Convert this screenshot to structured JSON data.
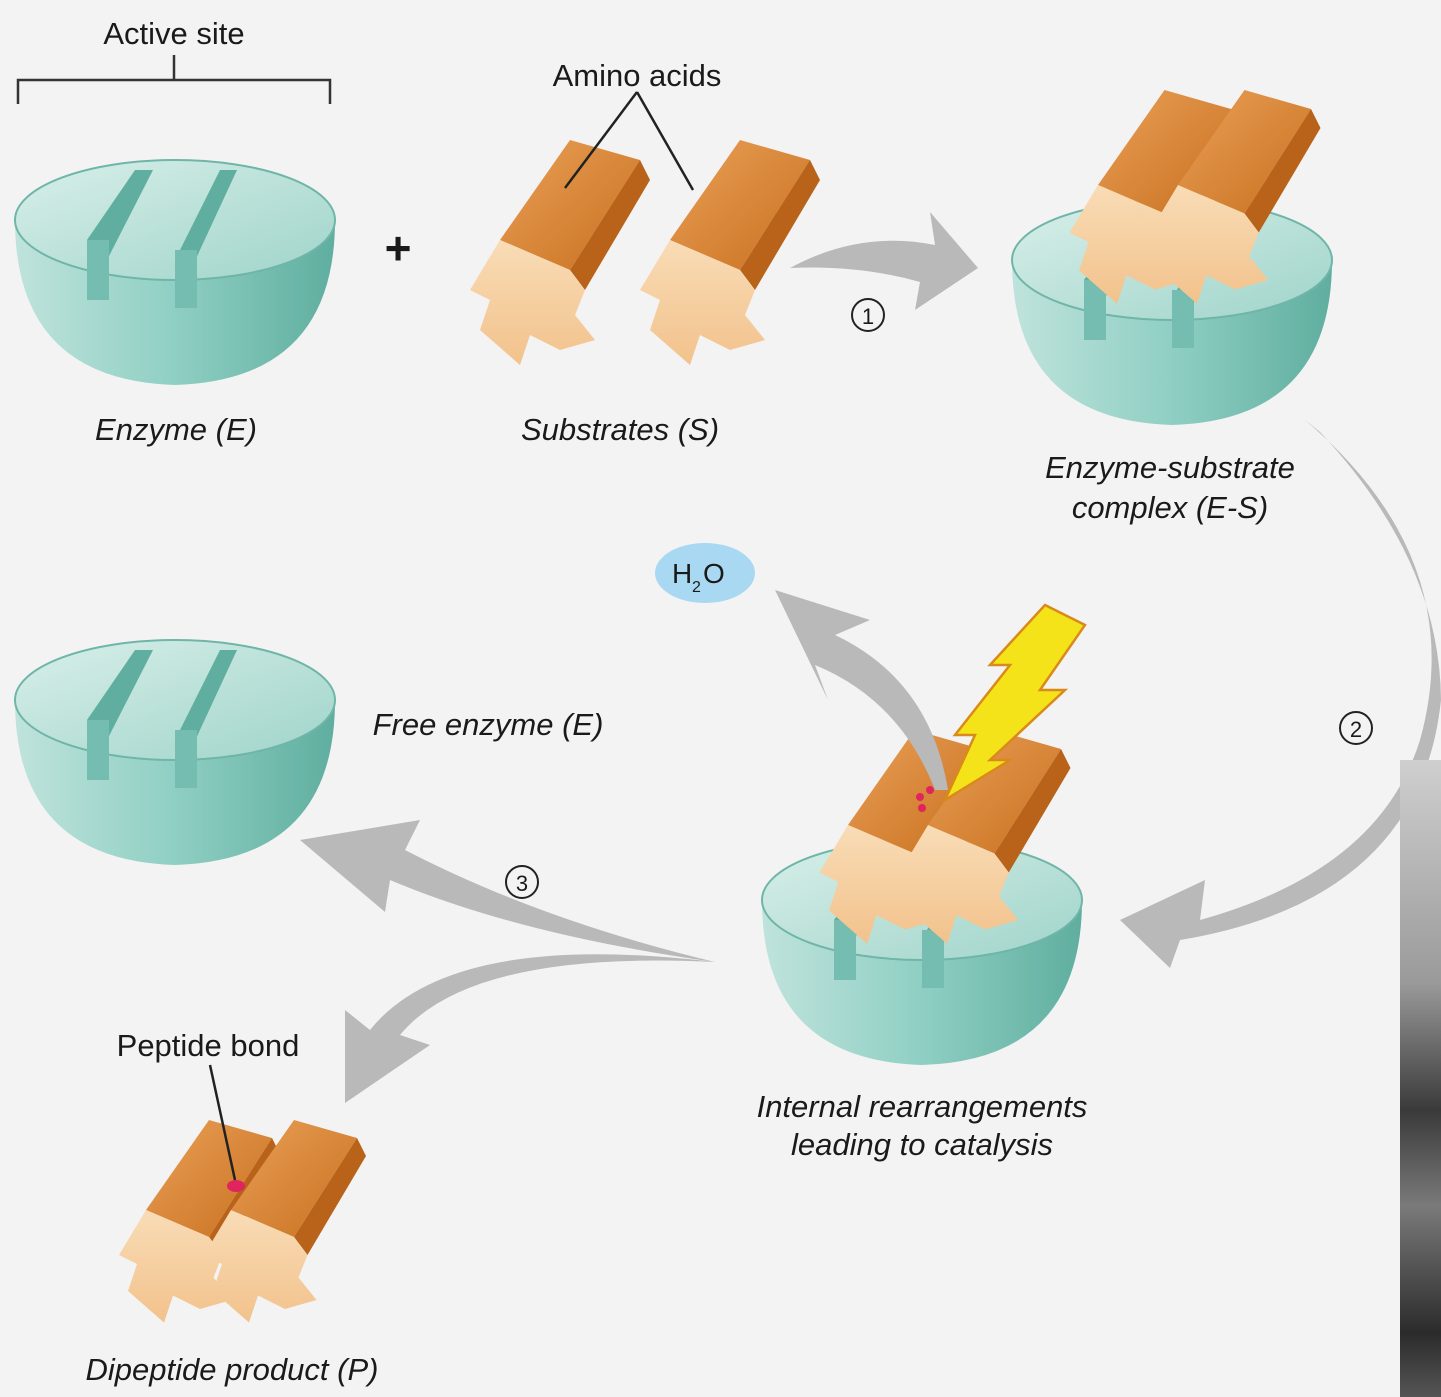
{
  "labels": {
    "active_site": "Active site",
    "amino_acids": "Amino acids",
    "enzyme": "Enzyme (E)",
    "substrates": "Substrates (S)",
    "plus": "+",
    "complex_line1": "Enzyme-substrate",
    "complex_line2": "complex (E-S)",
    "water": "H",
    "water_sub": "2",
    "water_o": "O",
    "free_enzyme": "Free enzyme (E)",
    "internal_line1": "Internal rearrangements",
    "internal_line2": "leading to catalysis",
    "peptide_bond": "Peptide bond",
    "product": "Dipeptide product (P)"
  },
  "steps": [
    "1",
    "2",
    "3"
  ],
  "colors": {
    "background": "#f3f3f3",
    "enzyme_body": "#7cc4b8",
    "enzyme_top": "#b9e2da",
    "substrate_dark": "#d9822b",
    "substrate_light": "#f6cfa0",
    "arrow": "#b9b9b9",
    "water_bubble": "#a9d9f2",
    "lightning": "#f5e31a",
    "bond": "#e0245e"
  }
}
